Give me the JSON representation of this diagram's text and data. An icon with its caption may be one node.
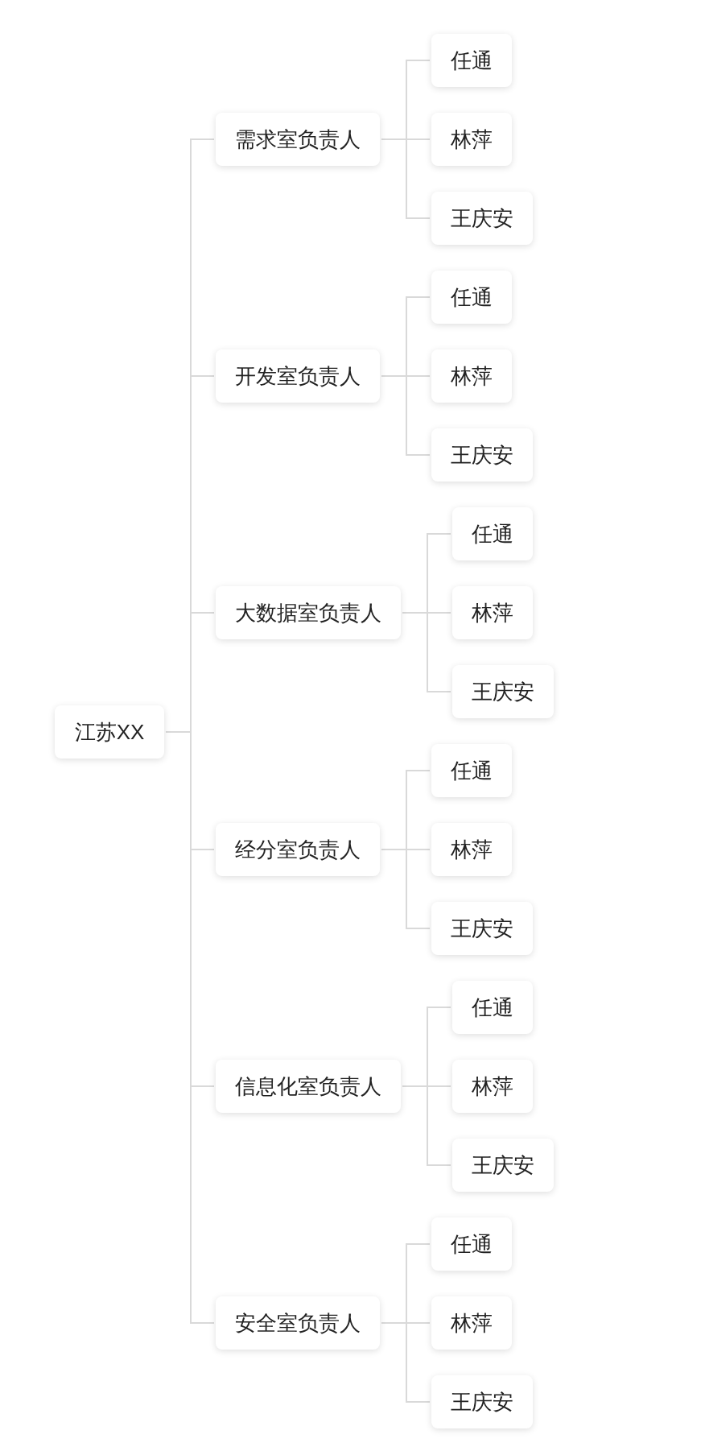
{
  "diagram": {
    "nodes": [
      {
        "text": [
          "江苏XX"
        ]
      },
      {
        "text": [
          "需求室负责人"
        ]
      },
      {
        "text": [
          "任通"
        ]
      },
      {
        "text": [
          "林萍"
        ]
      },
      {
        "text": [
          "王庆安"
        ]
      },
      {
        "text": [
          "开发室负责人"
        ]
      },
      {
        "text": [
          "任通"
        ]
      },
      {
        "text": [
          "林萍"
        ]
      },
      {
        "text": [
          "王庆安"
        ]
      },
      {
        "text": [
          "大数据室负责人"
        ]
      },
      {
        "text": [
          "任通"
        ]
      },
      {
        "text": [
          "林萍"
        ]
      },
      {
        "text": [
          "王庆安"
        ]
      },
      {
        "text": [
          "经分室负责人"
        ]
      },
      {
        "text": [
          "任通"
        ]
      },
      {
        "text": [
          "林萍"
        ]
      },
      {
        "text": [
          "王庆安"
        ]
      },
      {
        "text": [
          "信息化室负责人"
        ]
      },
      {
        "text": [
          "任通"
        ]
      },
      {
        "text": [
          "林萍"
        ]
      },
      {
        "text": [
          "王庆安"
        ]
      },
      {
        "text": [
          "安全室负责人"
        ]
      },
      {
        "text": [
          "任通"
        ]
      },
      {
        "text": [
          "林萍"
        ]
      },
      {
        "text": [
          "王庆安"
        ]
      }
    ],
    "edges": [
      {
        "from": 0,
        "to": 1,
        "arrow": "none"
      },
      {
        "from": 1,
        "to": 2,
        "arrow": "none"
      },
      {
        "from": 1,
        "to": 3,
        "arrow": "none"
      },
      {
        "from": 1,
        "to": 4,
        "arrow": "none"
      },
      {
        "from": 0,
        "to": 5,
        "arrow": "none"
      },
      {
        "from": 5,
        "to": 6,
        "arrow": "none"
      },
      {
        "from": 5,
        "to": 7,
        "arrow": "none"
      },
      {
        "from": 5,
        "to": 8,
        "arrow": "none"
      },
      {
        "from": 0,
        "to": 9,
        "arrow": "none"
      },
      {
        "from": 9,
        "to": 10,
        "arrow": "none"
      },
      {
        "from": 9,
        "to": 11,
        "arrow": "none"
      },
      {
        "from": 9,
        "to": 12,
        "arrow": "none"
      },
      {
        "from": 0,
        "to": 13,
        "arrow": "none"
      },
      {
        "from": 13,
        "to": 14,
        "arrow": "none"
      },
      {
        "from": 13,
        "to": 15,
        "arrow": "none"
      },
      {
        "from": 13,
        "to": 16,
        "arrow": "none"
      },
      {
        "from": 0,
        "to": 17,
        "arrow": "none"
      },
      {
        "from": 17,
        "to": 18,
        "arrow": "none"
      },
      {
        "from": 17,
        "to": 19,
        "arrow": "none"
      },
      {
        "from": 17,
        "to": 20,
        "arrow": "none"
      },
      {
        "from": 0,
        "to": 21,
        "arrow": "none"
      },
      {
        "from": 21,
        "to": 22,
        "arrow": "none"
      },
      {
        "from": 21,
        "to": 23,
        "arrow": "none"
      },
      {
        "from": 21,
        "to": 24,
        "arrow": "none"
      }
    ]
  }
}
